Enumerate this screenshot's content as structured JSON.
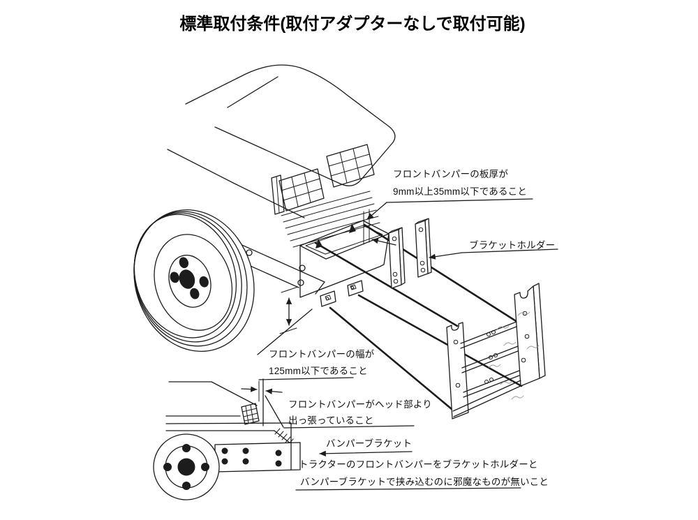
{
  "title": "標準取付条件(取付アダプターなしで取付可能)",
  "diagram": {
    "labels": {
      "plate_thickness_line1": "フロントバンパーの板厚が",
      "plate_thickness_line2": "9mm以上35mm以下であること",
      "bracket_holder": "ブラケットホルダー",
      "bumper_width_line1": "フロントバンパーの幅が",
      "bumper_width_line2": "125mm以下であること",
      "protrusion_line1": "フロントバンパーがヘッド部より",
      "protrusion_line2": "出っ張っていること",
      "bumper_bracket": "バンパーブラケット",
      "clearance_line1": "トラクターのフロントバンパーをブラケットホルダーと",
      "clearance_line2": "バンパーブラケットで挟み込むのに邪魔なものが無いこと"
    },
    "colors": {
      "line": "#1c1c1c",
      "faint": "#979797",
      "background": "#ffffff"
    }
  }
}
